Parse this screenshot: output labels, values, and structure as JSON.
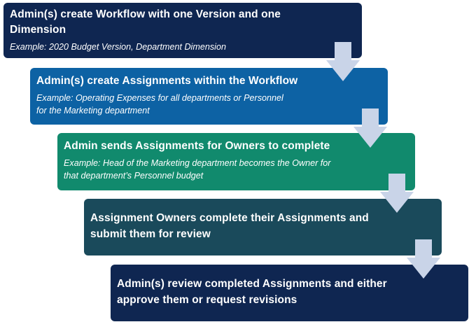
{
  "steps": [
    {
      "title": "Admin(s) create Workflow with one Version and one Dimension",
      "example": "Example: 2020 Budget Version,  Department Dimension",
      "color": "#0f2651"
    },
    {
      "title": "Admin(s) create Assignments within the Workflow",
      "example": "Example: Operating Expenses for all departments or Personnel for the Marketing department",
      "color": "#0d62a4"
    },
    {
      "title": "Admin sends Assignments for Owners to complete",
      "example": "Example: Head of the Marketing department becomes the Owner for that department’s Personnel budget",
      "color": "#118a6d"
    },
    {
      "title": "Assignment Owners complete their Assignments and submit them for review",
      "color": "#1a4a5b"
    },
    {
      "title": "Admin(s) review completed Assignments and either approve them or request revisions",
      "color": "#0f2651"
    }
  ],
  "arrows": {
    "icon": "down-arrow-icon",
    "color": "#c9d4e8"
  }
}
